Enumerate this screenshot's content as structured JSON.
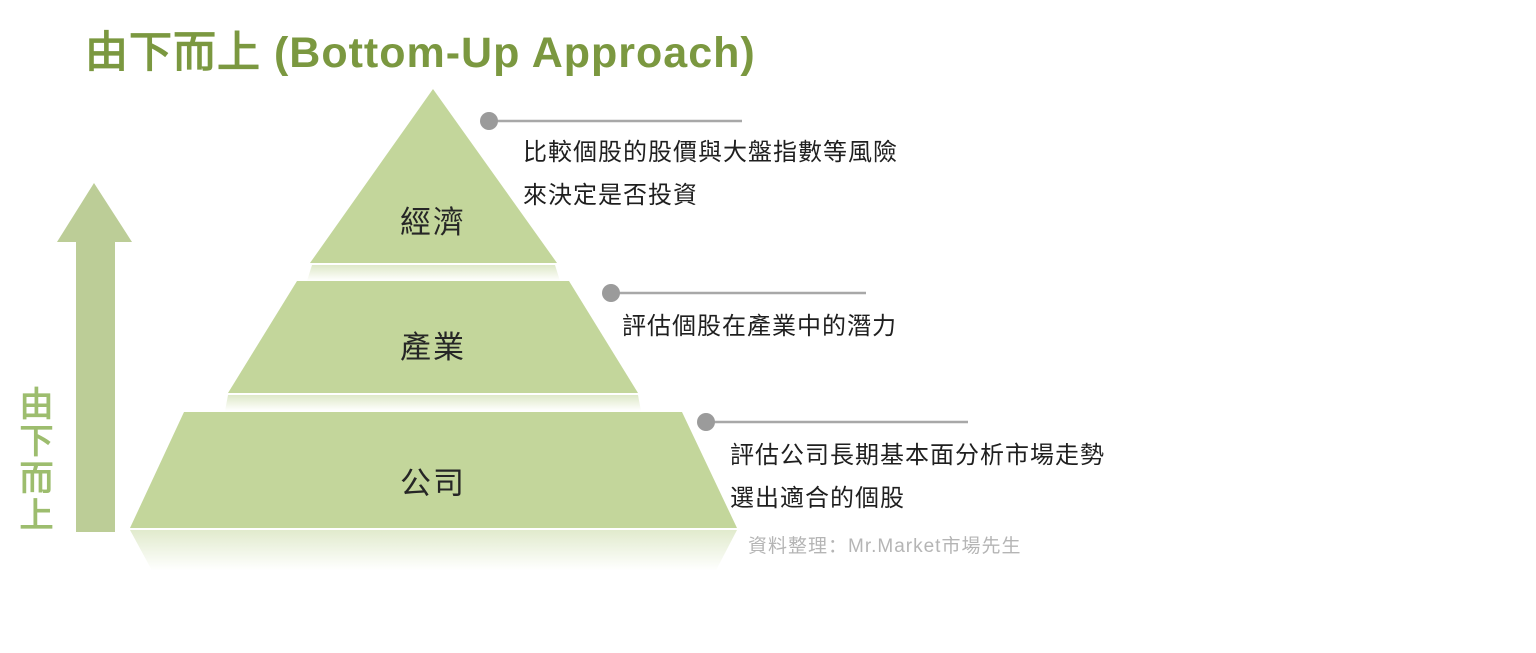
{
  "title": "由下而上 (Bottom-Up Approach)",
  "left_axis": {
    "label": "由下而上",
    "arrow_direction": "up"
  },
  "pyramid": {
    "levels": [
      {
        "label": "經濟",
        "annotation": [
          "比較個股的股價與大盤指數等風險",
          "來決定是否投資"
        ]
      },
      {
        "label": "產業",
        "annotation": [
          "評估個股在產業中的潛力"
        ]
      },
      {
        "label": "公司",
        "annotation": [
          "評估公司長期基本面分析市場走勢",
          "選出適合的個股"
        ]
      }
    ]
  },
  "credit": "資料整理：Mr.Market市場先生",
  "colors": {
    "title_green": "#7b9840",
    "axis_label_green": "#9dbd6e",
    "arrow_green": "#bccd97",
    "pyramid_green": "#c3d69b",
    "annotation_text": "#1f1f1f",
    "connector_gray": "#a0a0a0",
    "credit_gray": "#b5b5b5"
  }
}
